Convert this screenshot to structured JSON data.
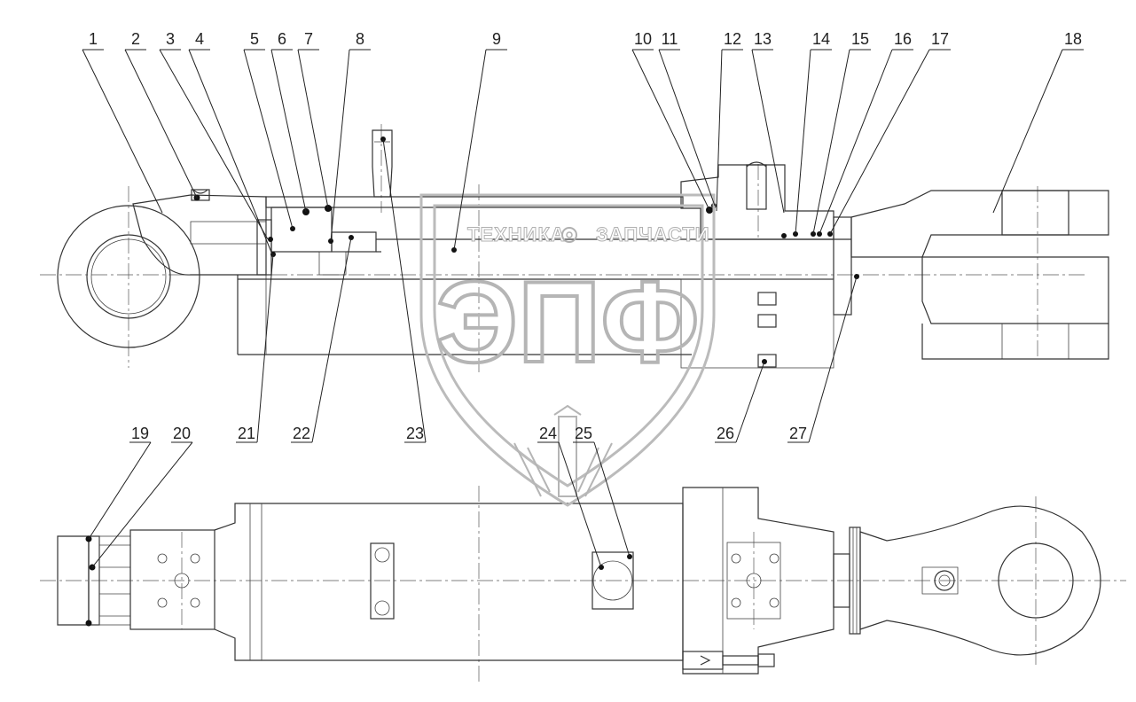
{
  "watermark": {
    "text_left": "ТЕХНИКА",
    "text_right": "ЗАПЧАСТИ",
    "logo": "ЭПФ",
    "gear_icon": "gear-icon",
    "color": "#b0b0b0"
  },
  "callouts": [
    "1",
    "2",
    "3",
    "4",
    "5",
    "6",
    "7",
    "8",
    "9",
    "10",
    "11",
    "12",
    "13",
    "14",
    "15",
    "16",
    "17",
    "18",
    "19",
    "20",
    "21",
    "22",
    "23",
    "24",
    "25",
    "26",
    "27"
  ]
}
